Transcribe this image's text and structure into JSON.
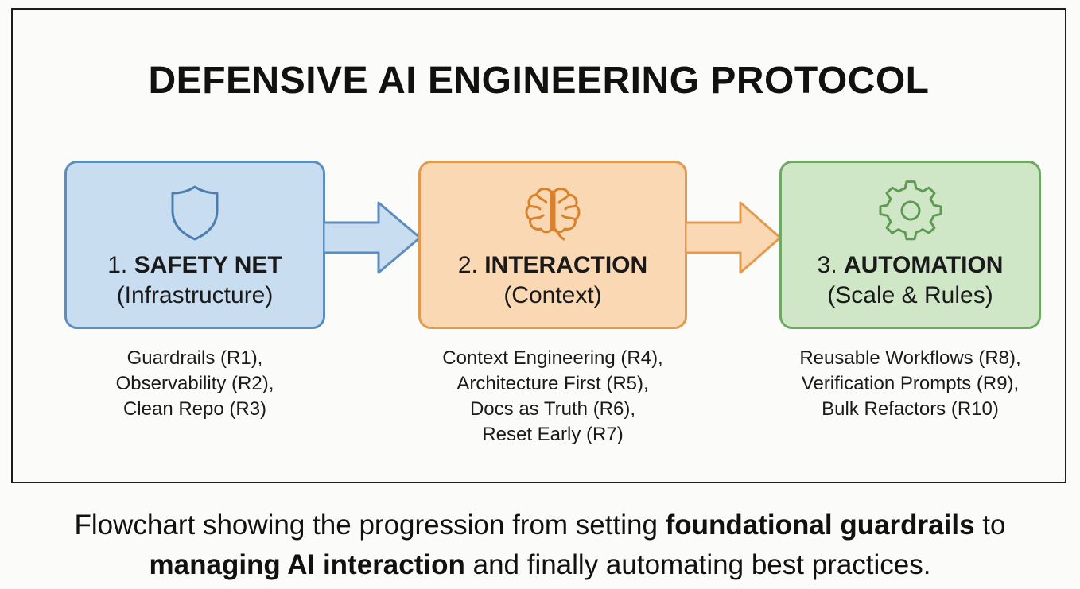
{
  "title": "DEFENSIVE AI ENGINEERING PROTOCOL",
  "colors": {
    "stage1_fill": "#c9ddf0",
    "stage1_border": "#5b8dbe",
    "stage2_fill": "#fbd8b4",
    "stage2_border": "#e39a4f",
    "stage3_fill": "#cfe6c7",
    "stage3_border": "#6fa863"
  },
  "stages": [
    {
      "icon": "shield-icon",
      "number": "1.",
      "name": "SAFETY NET",
      "subtitle": "(Infrastructure)",
      "items": [
        "Guardrails (R1),",
        "Observability (R2),",
        "Clean Repo (R3)"
      ]
    },
    {
      "icon": "brain-icon",
      "number": "2.",
      "name": "INTERACTION",
      "subtitle": "(Context)",
      "items": [
        "Context Engineering (R4),",
        "Architecture First (R5),",
        "Docs as Truth (R6),",
        "Reset Early (R7)"
      ]
    },
    {
      "icon": "gear-icon",
      "number": "3.",
      "name": "AUTOMATION",
      "subtitle": "(Scale & Rules)",
      "items": [
        "Reusable Workflows (R8),",
        "Verification Prompts (R9),",
        "Bulk Refactors (R10)"
      ]
    }
  ],
  "caption": {
    "part1": "Flowchart showing the progression from setting ",
    "bold1": "foundational guardrails",
    "part2": " to",
    "bold2": "managing AI interaction",
    "part3": " and finally automating best practices."
  }
}
